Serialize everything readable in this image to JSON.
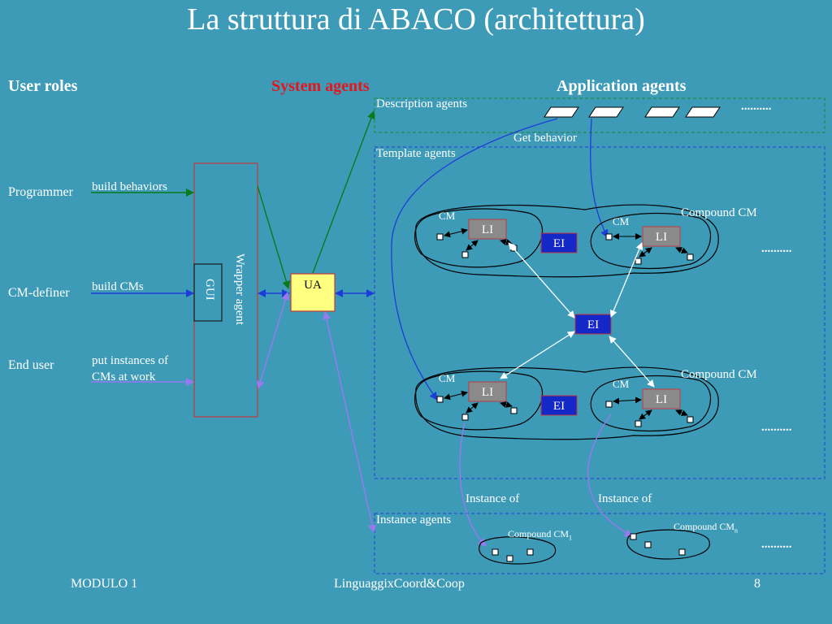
{
  "slide": {
    "title": "La struttura di ABACO (architettura)",
    "headers": {
      "user_roles": "User roles",
      "system_agents": "System agents",
      "application_agents": "Application agents"
    },
    "roles": {
      "programmer": "Programmer",
      "cm_definer": "CM-definer",
      "end_user": "End user"
    },
    "actions": {
      "build_behaviors": "build behaviors",
      "build_cms": "build CMs",
      "put_instances_1": "put instances of",
      "put_instances_2": "CMs at work"
    },
    "system": {
      "wrapper_agent": "Wrapper agent",
      "gui": "GUI",
      "ua": "UA"
    },
    "regions": {
      "description_agents": "Description agents",
      "template_agents": "Template agents",
      "instance_agents": "Instance agents"
    },
    "labels": {
      "get_behavior": "Get behavior",
      "cm": "CM",
      "li": "LI",
      "ei": "EI",
      "compound_cm": "Compound CM",
      "instance_of": "Instance of",
      "compound_cm_inst": "Compound CM",
      "sub_1": "1",
      "sub_n": "n",
      "ellipsis": ".........."
    },
    "footer": {
      "left": "MODULO 1",
      "center": "LinguaggixCoord&Coop",
      "page": "8"
    }
  },
  "colors": {
    "background": "#3d9bb8",
    "wrapper_border": "#c0393b",
    "ua_fill": "#ffff80",
    "li_fill": "#8a8a8a",
    "ei_fill": "#1428c8",
    "green_arrow": "#0a7a1a",
    "blue_arrow": "#1e3cd8",
    "violet_arrow": "#9a78f0",
    "region_blue": "#1e40d8",
    "region_green": "#1a8a2a"
  }
}
